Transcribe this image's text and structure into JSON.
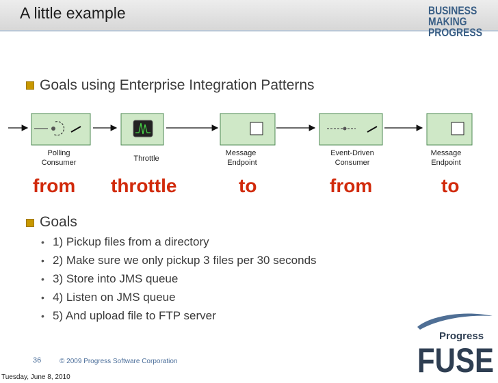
{
  "slide": {
    "title": "A little example",
    "logo_lines": [
      "BUSINESS",
      "MAKING",
      "PROGRESS"
    ],
    "bullet1": "Goals using Enterprise Integration Patterns",
    "diagram_labels": {
      "polling_1": "Polling",
      "polling_2": "Consumer",
      "throttle": "Throttle",
      "msg1_1": "Message",
      "msg1_2": "Endpoint",
      "edc_1": "Event-Driven",
      "edc_2": "Consumer",
      "msg2_1": "Message",
      "msg2_2": "Endpoint"
    },
    "keywords": [
      "from",
      "throttle",
      "to",
      "from",
      "to"
    ],
    "bullet2": "Goals",
    "goals": [
      "1) Pickup files from a directory",
      "2) Make sure we only pickup 3 files per 30 seconds",
      "3) Store into JMS queue",
      "4) Listen on JMS queue",
      "5) And upload file to FTP server"
    ],
    "page_number": "36",
    "copyright": "© 2009 Progress Software Corporation",
    "date": "Tuesday, June 8, 2010",
    "fuse_small": "Progress",
    "fuse_big": "FUSE"
  },
  "colors": {
    "keyword": "#d12a0b",
    "bullet": "#c89800",
    "brand_blue": "#3a5f86",
    "box_green": "#cfe8c7"
  }
}
